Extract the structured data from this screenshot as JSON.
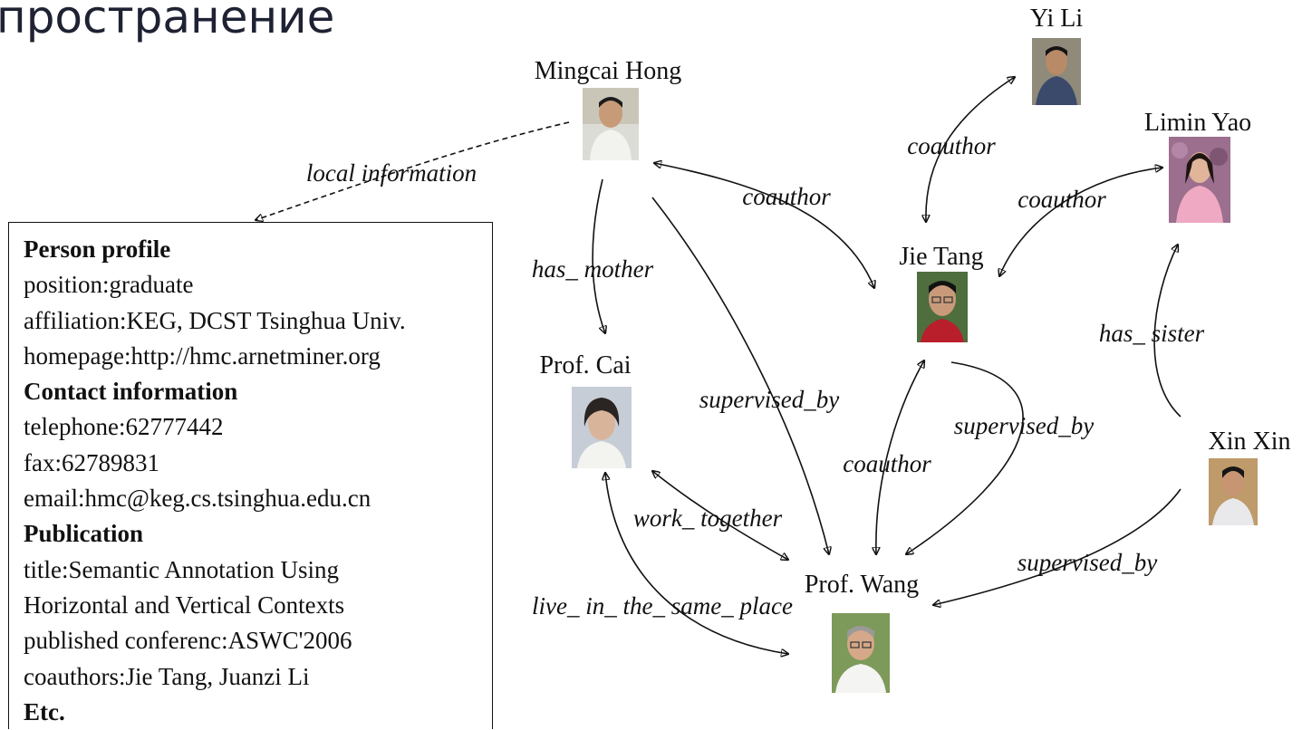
{
  "slide": {
    "title_fragment": "пространение"
  },
  "profile": {
    "lines": [
      {
        "text": "Person profile",
        "bold": true
      },
      {
        "text": "position:graduate",
        "bold": false
      },
      {
        "text": "affiliation:KEG, DCST Tsinghua Univ.",
        "bold": false
      },
      {
        "text": "homepage:http://hmc.arnetminer.org",
        "bold": false
      },
      {
        "text": "Contact information",
        "bold": true
      },
      {
        "text": "telephone:62777442",
        "bold": false
      },
      {
        "text": "fax:62789831",
        "bold": false
      },
      {
        "text": "email:hmc@keg.cs.tsinghua.edu.cn",
        "bold": false
      },
      {
        "text": "Publication",
        "bold": true
      },
      {
        "text": "title:Semantic Annotation Using",
        "bold": false
      },
      {
        "text": "Horizontal and Vertical Contexts",
        "bold": false
      },
      {
        "text": "published conferenc:ASWC'2006",
        "bold": false
      },
      {
        "text": "coauthors:Jie Tang, Juanzi Li",
        "bold": false
      },
      {
        "text": "Etc.",
        "bold": true
      }
    ]
  },
  "nodes": {
    "mingcai_hong": "Mingcai Hong",
    "yi_li": "Yi Li",
    "limin_yao": "Limin Yao",
    "jie_tang": "Jie Tang",
    "prof_cai": "Prof. Cai",
    "xin_xin": "Xin Xin",
    "prof_wang": "Prof. Wang"
  },
  "edges": {
    "local_information": "local information",
    "coauthor_hong_tang": "coauthor",
    "coauthor_li_tang": "coauthor",
    "coauthor_tang_yao": "coauthor",
    "coauthor_tang_wang": "coauthor",
    "has_mother": "has_ mother",
    "supervised_by_hong": "supervised_by",
    "supervised_by_tang": "supervised_by",
    "supervised_by_xin": "supervised_by",
    "has_sister": "has_ sister",
    "work_together": "work_ together",
    "live_in_the_same_place": "live_ in_ the_ same_ place"
  }
}
